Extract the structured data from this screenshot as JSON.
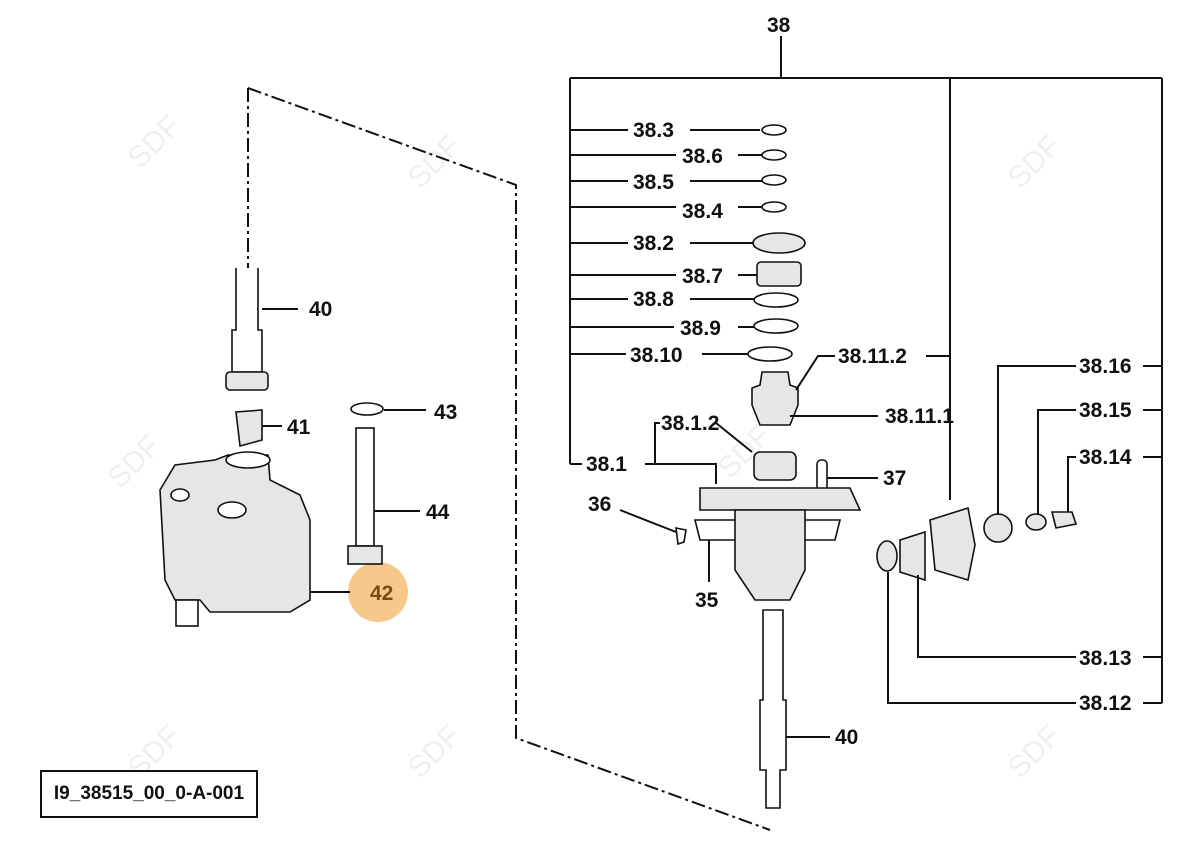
{
  "diagram_id": "I9_38515_00_0-A-001",
  "watermark": "SDF",
  "highlight_color": "#f6c88c",
  "highlighted_part": "42",
  "callouts": {
    "c38": "38",
    "c38_3": "38.3",
    "c38_6": "38.6",
    "c38_5": "38.5",
    "c38_4": "38.4",
    "c38_2": "38.2",
    "c38_7": "38.7",
    "c38_8": "38.8",
    "c38_9": "38.9",
    "c38_10": "38.10",
    "c38_11_2": "38.11.2",
    "c38_11_1": "38.11.1",
    "c38_1_2": "38.1.2",
    "c38_1": "38.1",
    "c37": "37",
    "c36": "36",
    "c35": "35",
    "c38_16": "38.16",
    "c38_15": "38.15",
    "c38_14": "38.14",
    "c38_13": "38.13",
    "c38_12": "38.12",
    "c40_right": "40",
    "c40_left": "40",
    "c41": "41",
    "c42": "42",
    "c43": "43",
    "c44": "44"
  }
}
